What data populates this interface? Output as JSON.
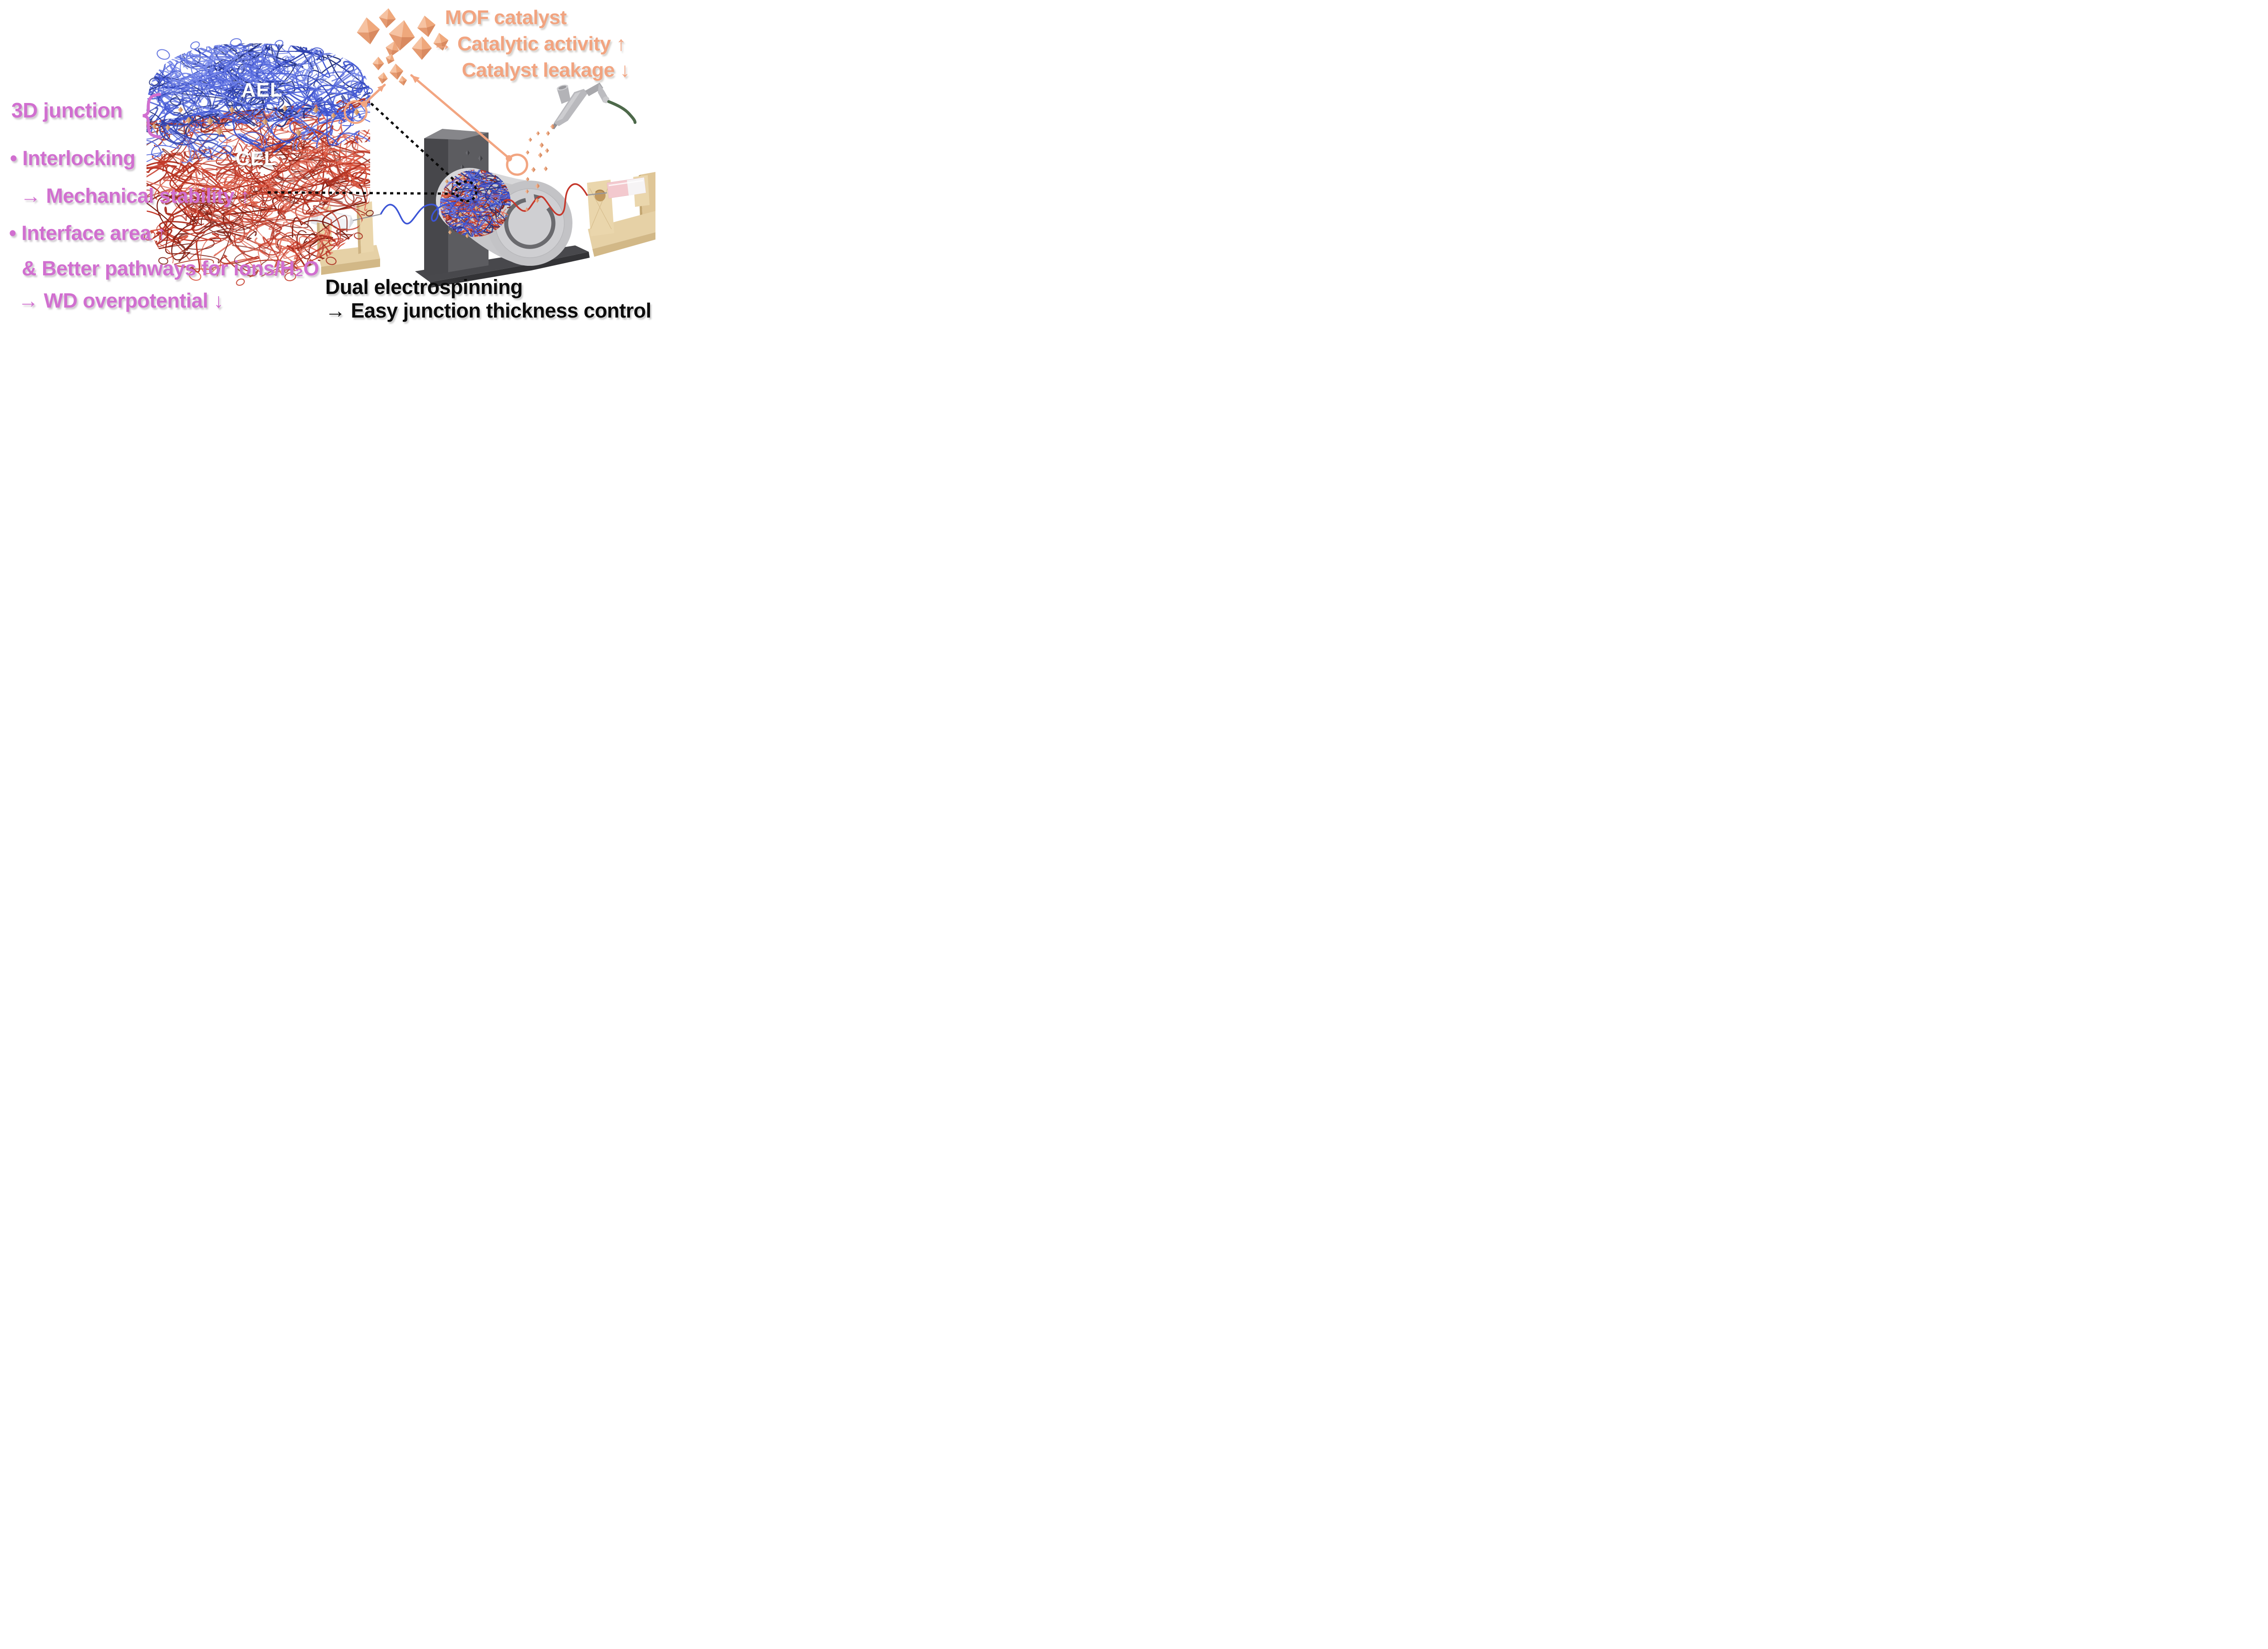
{
  "annotations": {
    "mof": {
      "title": "MOF catalyst",
      "activity": "→ Catalytic activity ↑",
      "leakage": "Catalyst leakage ↓"
    },
    "junction": {
      "label": "3D junction"
    },
    "membrane": {
      "top": "AEL",
      "bottom": "CEL"
    },
    "benefits": {
      "interlocking": "• Interlocking",
      "mechanical": "→ Mechanical stability ↑",
      "interface": "• Interface area ↑",
      "pathways": "& Better pathways for ions/H₂O",
      "overpotential": "→ WD overpotential ↓"
    },
    "process": {
      "title": "Dual electrospinning",
      "benefit": "→ Easy junction thickness control"
    }
  },
  "colors": {
    "highlight_pink": "#D16FD0",
    "highlight_orange": "#F2A480",
    "ael_fiber_blue": "#3D52CC",
    "cel_fiber_red": "#C43A29",
    "mof_particle": "#EFA87C",
    "text_black": "#0C0C0C"
  }
}
